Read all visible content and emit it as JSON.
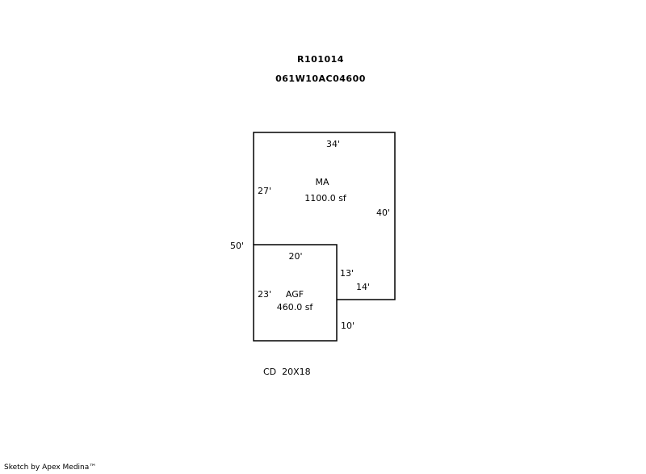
{
  "header": {
    "account_id": "R101014",
    "map_number": "061W10AC04600"
  },
  "dimensions": {
    "top": "34'",
    "main_left": "27'",
    "right": "40'",
    "left": "50'",
    "addition_top": "20'",
    "middle": "13'",
    "step": "14'",
    "addition_left": "23'",
    "bottom": "10'"
  },
  "areas": {
    "main": {
      "code": "MA",
      "size": "1100.0 sf"
    },
    "addition": {
      "code": "AGF",
      "size": "460.0 sf"
    }
  },
  "note": "CD  20X18",
  "footer": "Sketch by Apex Medina™",
  "colors": {
    "line": "#000000",
    "background": "#ffffff"
  }
}
